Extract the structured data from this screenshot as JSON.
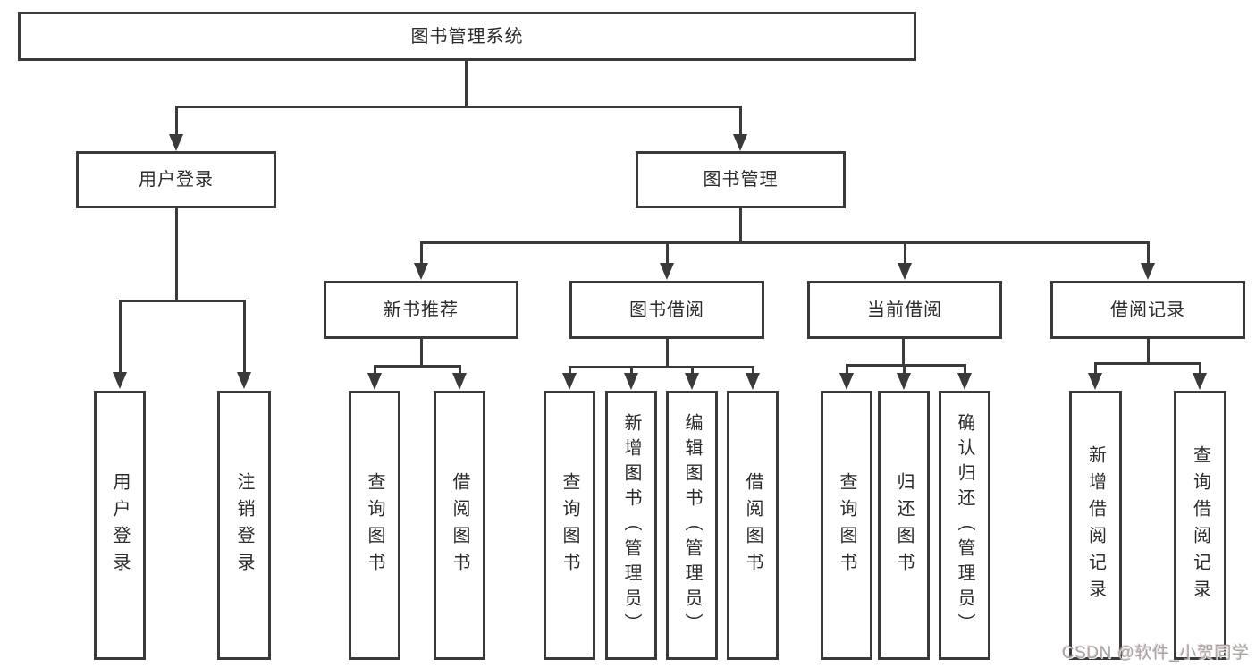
{
  "tree": {
    "root": {
      "label": "图书管理系统"
    },
    "branches": [
      {
        "label": "用户登录",
        "children": [
          {
            "label": "用户登录"
          },
          {
            "label": "注销登录"
          }
        ]
      },
      {
        "label": "图书管理",
        "children": [
          {
            "label": "新书推荐",
            "children": [
              {
                "label": "查询图书"
              },
              {
                "label": "借阅图书"
              }
            ]
          },
          {
            "label": "图书借阅",
            "children": [
              {
                "label": "查询图书"
              },
              {
                "label": "新增图书（管理员）"
              },
              {
                "label": "编辑图书（管理员）"
              },
              {
                "label": "借阅图书"
              }
            ]
          },
          {
            "label": "当前借阅",
            "children": [
              {
                "label": "查询图书"
              },
              {
                "label": "归还图书"
              },
              {
                "label": "确认归还（管理员）"
              }
            ]
          },
          {
            "label": "借阅记录",
            "children": [
              {
                "label": "新增借阅记录"
              },
              {
                "label": "查询借阅记录"
              }
            ]
          }
        ]
      }
    ]
  },
  "watermark": {
    "text": "CSDN @软件_小贺同学"
  },
  "colors": {
    "line": "#3a3a3a",
    "text": "#2b2b2b",
    "watermark": "#a6a6a6",
    "background": "#ffffff"
  }
}
